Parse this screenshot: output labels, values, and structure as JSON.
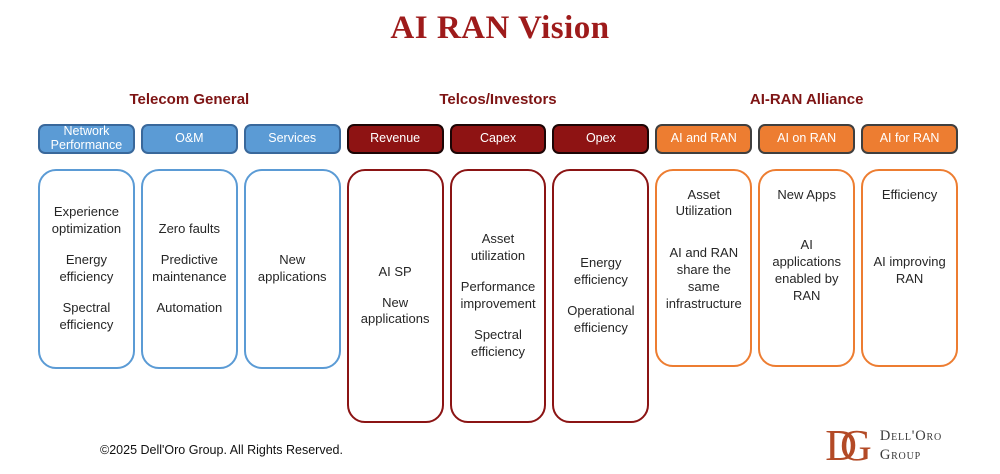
{
  "title": "AI RAN Vision",
  "colors": {
    "title_maroon": "#9E1B1B",
    "group_label_maroon": "#7E1414",
    "blue_fill": "#5B9BD5",
    "blue_border": "#39689B",
    "dark_red_fill": "#8E1313",
    "dark_red_box_border": "#8B1414",
    "orange_fill": "#ED7D31",
    "body_text": "#262626",
    "logo_rust": "#B34A26"
  },
  "groups": [
    {
      "label": "Telecom General",
      "theme": "blue",
      "columns": [
        {
          "badge": "Network Performance",
          "items": [
            "Experience optimization",
            "Energy efficiency",
            "Spectral efficiency"
          ]
        },
        {
          "badge": "O&M",
          "items": [
            "Zero faults",
            "Predictive maintenance",
            "Automation"
          ]
        },
        {
          "badge": "Services",
          "items": [
            "New applications"
          ]
        }
      ]
    },
    {
      "label": "Telcos/Investors",
      "theme": "darkred",
      "columns": [
        {
          "badge": "Revenue",
          "items": [
            "AI SP",
            "New applications"
          ]
        },
        {
          "badge": "Capex",
          "items": [
            "Asset utilization",
            "Performance improvement",
            "Spectral efficiency"
          ]
        },
        {
          "badge": "Opex",
          "items": [
            "Energy efficiency",
            "Operational efficiency"
          ]
        }
      ]
    },
    {
      "label": "AI-RAN Alliance",
      "theme": "orange",
      "columns": [
        {
          "badge": "AI and RAN",
          "heading": "Asset Utilization",
          "items": [
            "AI and RAN share the same infrastructure"
          ]
        },
        {
          "badge": "AI on RAN",
          "heading": "New Apps",
          "items": [
            "AI applications enabled by RAN"
          ]
        },
        {
          "badge": "AI for RAN",
          "heading": "Efficiency",
          "items": [
            "AI improving RAN"
          ]
        }
      ]
    }
  ],
  "footer": {
    "copyright": "©2025 Dell'Oro Group. All Rights Reserved."
  },
  "logo": {
    "monogram_d": "D",
    "monogram_g": "G",
    "name_line1": "Dell'Oro",
    "name_line2": "Group"
  }
}
